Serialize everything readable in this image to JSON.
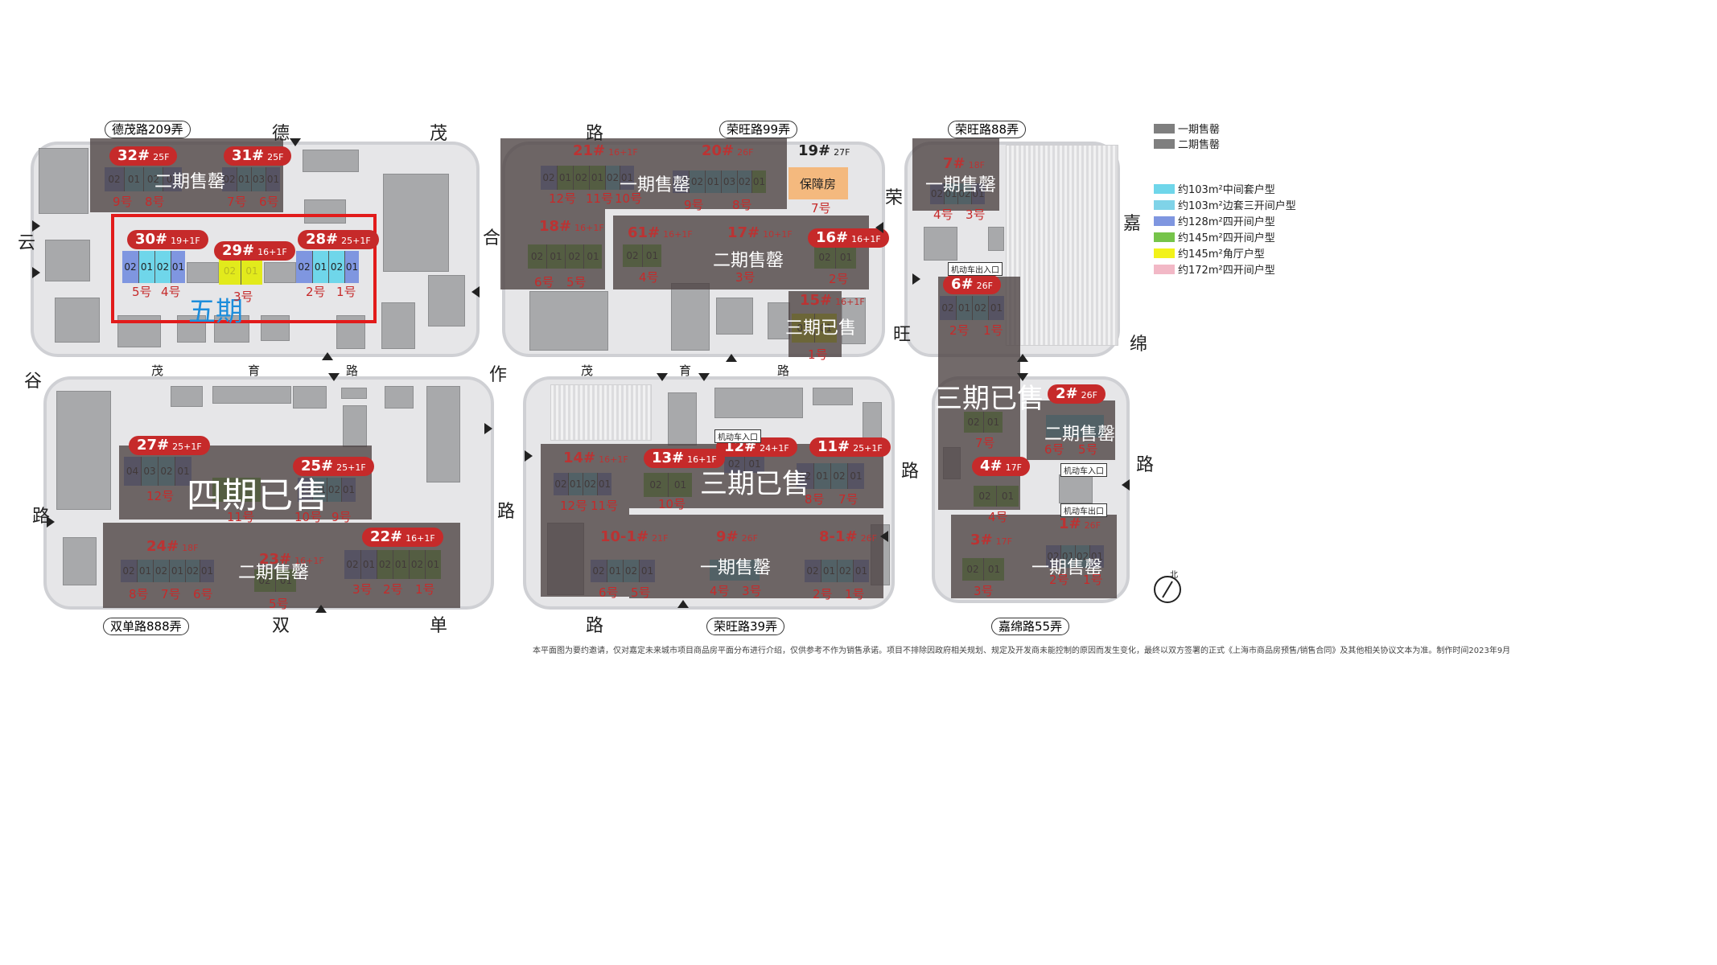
{
  "legend": {
    "phase_items": [
      {
        "label": "一期售罄",
        "color": "#7f7f7f"
      },
      {
        "label": "二期售罄",
        "color": "#7f7f7f"
      }
    ],
    "unit_types": [
      {
        "label": "约103m²中间套户型",
        "color": "#6fd6ea"
      },
      {
        "label": "约103m²边套三开间户型",
        "color": "#7fd3e8"
      },
      {
        "label": "约128m²四开间户型",
        "color": "#7f96e0"
      },
      {
        "label": "约145m²四开间户型",
        "color": "#76c44a"
      },
      {
        "label": "约145m²角厅户型",
        "color": "#f2f21a"
      },
      {
        "label": "约172m²四开间户型",
        "color": "#f2b8c6"
      }
    ]
  },
  "roads": {
    "demao_lane": "德茂路209弄",
    "rongwang_lane_99": "荣旺路99弄",
    "rongwang_lane_88": "荣旺路88弄",
    "shuangdan_lane": "双单路888弄",
    "rongwang_lane_39": "荣旺路39弄",
    "jiamian_lane": "嘉绵路55弄",
    "de": "德",
    "mao_top": "茂",
    "lu_top": "路",
    "yun": "云",
    "gu": "谷",
    "lu_left": "路",
    "he": "合",
    "zuo": "作",
    "lu_mid": "路",
    "mao": "茂",
    "yu": "育",
    "lu_center": "路",
    "mao2": "茂",
    "yu2": "育",
    "lu_center2": "路",
    "shuang": "双",
    "dan": "单",
    "lu_bottom": "路",
    "rong": "荣",
    "wang": "旺",
    "lu_right": "路",
    "jia": "嘉",
    "mian": "绵",
    "lu_far_right": "路"
  },
  "phase_labels": {
    "p1_a": "一期售罄",
    "p1_b": "一期售罄",
    "p1_c": "一期售罄",
    "p1_d": "一期售罄",
    "p2_a": "二期售罄",
    "p2_b": "二期售罄",
    "p2_c": "二期售罄",
    "p2_d": "二期售罄",
    "p3_a": "三期已售",
    "p3_b": "三期已售",
    "p3_c": "三期已售",
    "p4": "四期已售",
    "p5": "五期"
  },
  "buildings": {
    "b32": {
      "name": "32#",
      "floors": "25F"
    },
    "b31": {
      "name": "31#",
      "floors": "25F"
    },
    "b30": {
      "name": "30#",
      "floors": "19+1F"
    },
    "b29": {
      "name": "29#",
      "floors": "16+1F"
    },
    "b28": {
      "name": "28#",
      "floors": "25+1F"
    },
    "b27": {
      "name": "27#",
      "floors": "25+1F"
    },
    "b25": {
      "name": "25#",
      "floors": "25+1F"
    },
    "b24": {
      "name": "24#",
      "floors": "18F"
    },
    "b23": {
      "name": "23#",
      "floors": "16+1F"
    },
    "b22": {
      "name": "22#",
      "floors": "16+1F"
    },
    "b21": {
      "name": "21#",
      "floors": "16+1F"
    },
    "b20": {
      "name": "20#",
      "floors": "26F"
    },
    "b19": {
      "name": "19#",
      "floors": "27F"
    },
    "b18": {
      "name": "18#",
      "floors": "16+1F"
    },
    "b61": {
      "name": "61#",
      "floors": "16+1F"
    },
    "b17": {
      "name": "17#",
      "floors": "10+1F"
    },
    "b16": {
      "name": "16#",
      "floors": "16+1F"
    },
    "b15": {
      "name": "15#",
      "floors": "16+1F"
    },
    "b14": {
      "name": "14#",
      "floors": "16+1F"
    },
    "b13": {
      "name": "13#",
      "floors": "16+1F"
    },
    "b12": {
      "name": "12#",
      "floors": "24+1F"
    },
    "b11": {
      "name": "11#",
      "floors": "25+1F"
    },
    "b10": {
      "name": "10-1#",
      "floors": "21F"
    },
    "b9": {
      "name": "9#",
      "floors": "26F"
    },
    "b8": {
      "name": "8-1#",
      "floors": "26F"
    },
    "b7": {
      "name": "7#",
      "floors": "18F"
    },
    "b6": {
      "name": "6#",
      "floors": "26F"
    },
    "b2": {
      "name": "2#",
      "floors": "26F"
    },
    "b4": {
      "name": "4#",
      "floors": "17F"
    },
    "b3": {
      "name": "3#",
      "floors": "17F"
    },
    "b1": {
      "name": "1#",
      "floors": "26F"
    }
  },
  "unit_numbers": {
    "n9a": "9号",
    "n8a": "8号",
    "n7a": "7号",
    "n6a": "6号",
    "n5a": "5号",
    "n4a": "4号",
    "n3a": "3号",
    "n2a": "2号",
    "n1a": "1号",
    "n12a": "12号",
    "n11a": "11号",
    "n10a": "10号",
    "n9b": "9号",
    "n8b": "8号",
    "n7b": "7号",
    "n6b": "6号",
    "n5b": "5号",
    "n3b": "3号",
    "n2b": "2号",
    "n1b": "1号",
    "n12c": "12号",
    "n11c": "11号",
    "n9c": "9号",
    "n8c": "8号",
    "n7c": "7号",
    "n6c": "6号",
    "n5c": "5号",
    "n4c": "4号",
    "n3c": "3号",
    "n2c": "2号",
    "n1c": "1号",
    "n12d": "12号",
    "n11d": "11号",
    "n10d": "10号",
    "n8d": "8号",
    "n7d": "7号",
    "n6d": "6号",
    "n5d": "5号",
    "n4d": "4号",
    "n3d": "3号",
    "n2d": "2号",
    "n1d": "1号",
    "n4e": "4号",
    "n3e": "3号",
    "n2e": "2号",
    "n1e": "1号",
    "n7e": "7号",
    "n6e": "6号",
    "n5e": "5号",
    "n4f": "4号",
    "n3f": "3号",
    "n2f": "2号",
    "n1f": "1号",
    "n10e": "10号",
    "n4g": "4号",
    "n3g": "3号",
    "n2g": "2号",
    "n1g": "1号"
  },
  "unit_codes": {
    "u04": "04",
    "u03": "03",
    "u02": "02",
    "u01": "01"
  },
  "labels": {
    "affordable": "保障房",
    "vehicle_entry": "机动车出入口",
    "vehicle_entry_short": "机动车入口",
    "vehicle_exit": "机动车出口",
    "north": "北"
  },
  "footnote": "本平面图为要约邀请，仅对嘉定未来城市项目商品房平面分布进行介绍，仅供参考不作为销售承诺。项目不排除因政府相关规划、规定及开发商未能控制的原因而发生变化，最终以双方签署的正式《上海市商品房预售/销售合同》及其他相关协议文本为准。制作时间2023年9月"
}
